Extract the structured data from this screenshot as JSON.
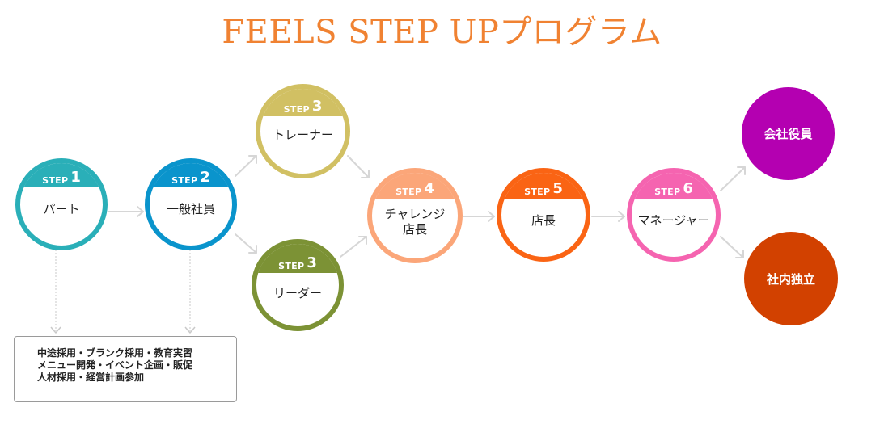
{
  "title": "FEELS STEP UPプログラム",
  "step_prefix": "STEP",
  "steps": [
    {
      "id": "s1",
      "num": "1",
      "label": "パート",
      "color": "#2aafb8"
    },
    {
      "id": "s2",
      "num": "2",
      "label": "一般社員",
      "color": "#0a94cc"
    },
    {
      "id": "s3a",
      "num": "3",
      "label": "トレーナー",
      "color": "#d1c063"
    },
    {
      "id": "s3b",
      "num": "3",
      "label": "リーダー",
      "color": "#7c9235"
    },
    {
      "id": "s4",
      "num": "4",
      "label": "チャレンジ\n店長",
      "color": "#fba679"
    },
    {
      "id": "s5",
      "num": "5",
      "label": "店長",
      "color": "#fa6414"
    },
    {
      "id": "s6",
      "num": "6",
      "label": "マネージャー",
      "color": "#f564b0"
    }
  ],
  "outcomes": [
    {
      "id": "o1",
      "label": "会社役員",
      "color": "#b400b1"
    },
    {
      "id": "o2",
      "label": "社内独立",
      "color": "#d24100"
    }
  ],
  "description": [
    "中途採用・ブランク採用・教育実習",
    "メニュー開発・イベント企画・販促",
    "人材採用・経営計画参加"
  ]
}
